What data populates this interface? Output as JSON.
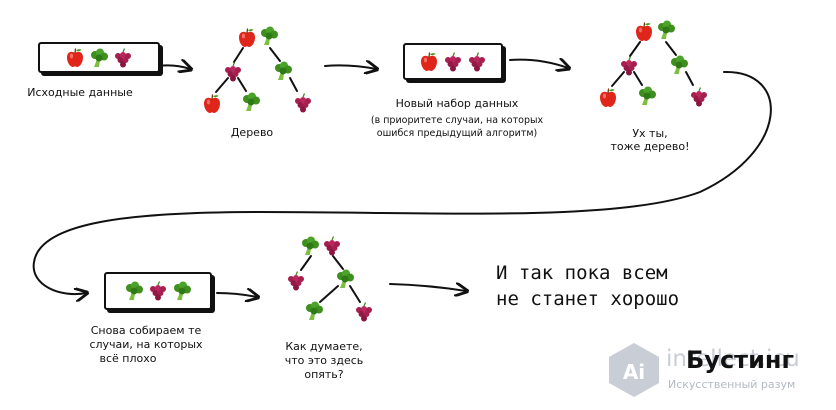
{
  "labels": {
    "source_data": "Исходные данные",
    "tree": "Дерево",
    "new_dataset": "Новый набор данных",
    "new_dataset_note_1": "(в приоритете случаи, на которых",
    "new_dataset_note_2": "ошибся предыдущий алгоритм)",
    "wow_1": "Ух ты,",
    "wow_2": "тоже дерево!",
    "again_1": "Снова собираем те",
    "again_2": "случаи, на которых",
    "again_3": "всё плохо",
    "guess_1": "Как думаете,",
    "guess_2": "что это здесь",
    "guess_3": "опять?",
    "until_1": "И так пока всем",
    "until_2": "не станет хорошо",
    "title": "Бустинг"
  },
  "watermark": {
    "logo_text": "Ai",
    "brand": "intellect.icu",
    "tagline": "Искусственный разум"
  },
  "colors": {
    "apple": "#e0261b",
    "broccoli": "#3f8f1f",
    "grapes": "#a51f4f",
    "ink": "#111111",
    "watermark": "#c9ced6"
  }
}
